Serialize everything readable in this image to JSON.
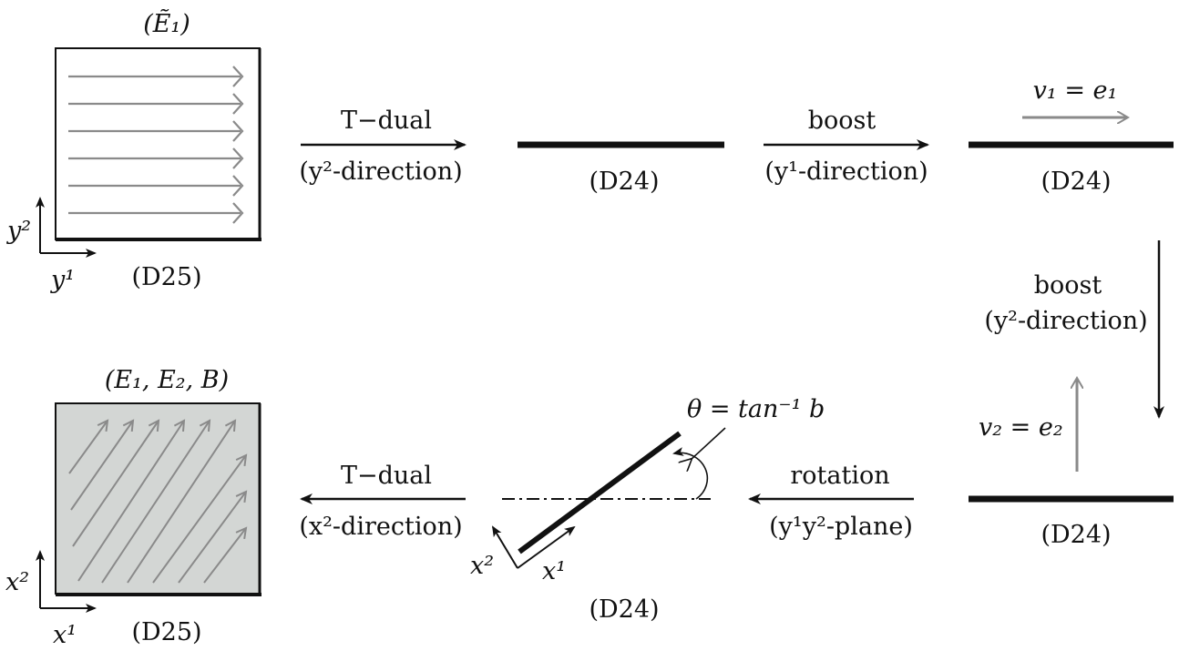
{
  "colors": {
    "ink": "#111111",
    "gray_arrow": "#8a8a8a",
    "d25_fill_gray": "#d3d6d4"
  },
  "top_left": {
    "title": "(Ẽ₁)",
    "label": "(D25)",
    "axis_y": "y²",
    "axis_x": "y¹"
  },
  "bottom_left": {
    "title": "(E₁, E₂, B)",
    "label": "(D25)",
    "axis_y": "x²",
    "axis_x": "x¹"
  },
  "arrows": {
    "t_dual_top": {
      "label": "T−dual",
      "sub": "(y²-direction)"
    },
    "boost_top": {
      "label": "boost",
      "sub": "(y¹-direction)"
    },
    "boost_right": {
      "label": "boost",
      "sub": "(y²-direction)"
    },
    "rotation": {
      "label": "rotation",
      "sub": "(y¹y²-plane)"
    },
    "t_dual_bottom": {
      "label": "T−dual",
      "sub": "(x²-direction)"
    }
  },
  "branes": {
    "mid_top": "(D24)",
    "right_top": "(D24)",
    "right_bottom": "(D24)",
    "rotated": "(D24)"
  },
  "annotations": {
    "v1": "v₁ = e₁",
    "v2": "v₂ = e₂",
    "theta": "θ = tan⁻¹ b",
    "rot_x2": "x²",
    "rot_x1": "x¹"
  }
}
